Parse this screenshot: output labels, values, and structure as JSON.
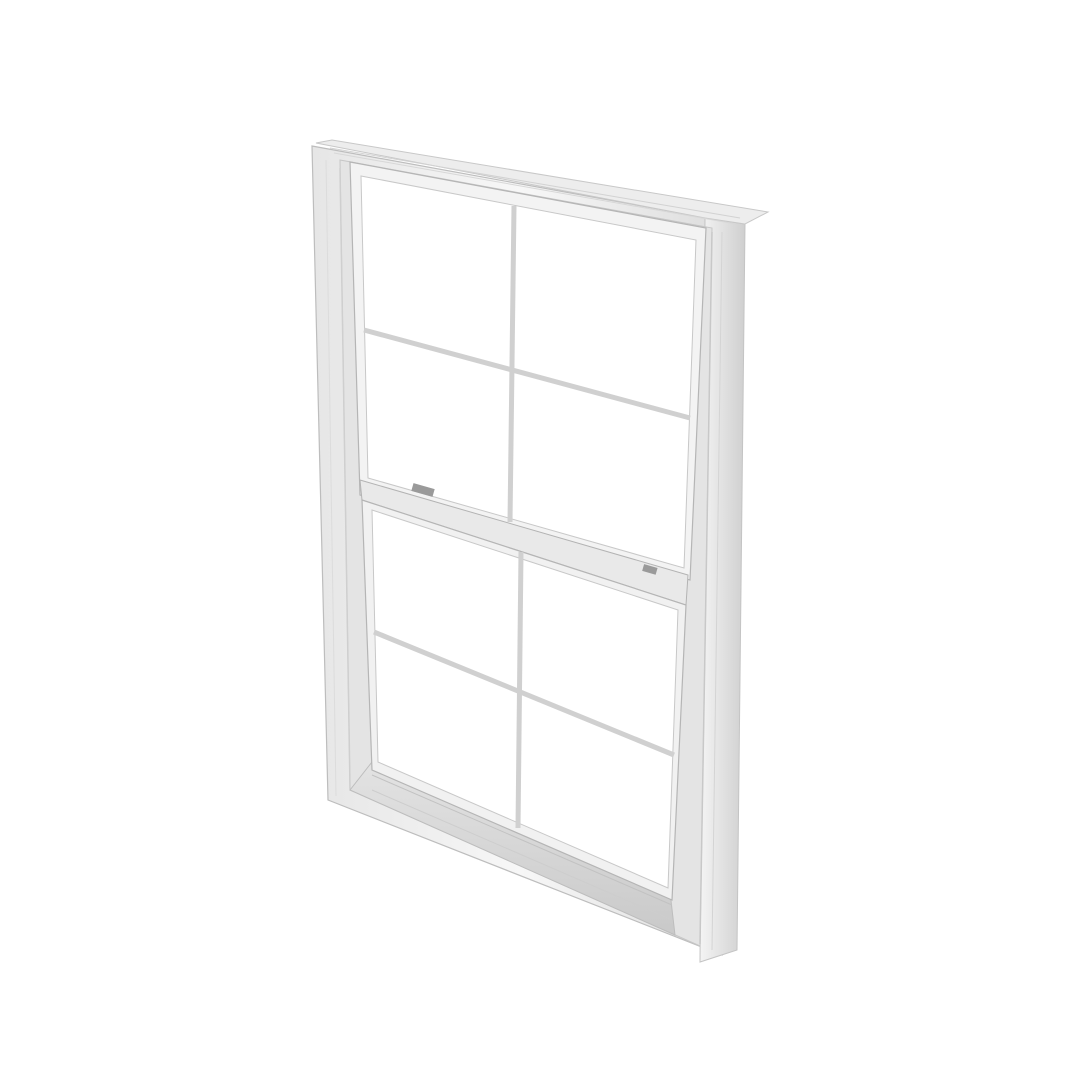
{
  "image": {
    "subject": "double-hung-window",
    "background_color": "#ffffff",
    "frame_color": "#f2f2f2",
    "frame_shade_color": "#d9d9d9",
    "frame_edge_color": "#b8b8b8",
    "glass_color": "#ffffff",
    "grille_color": "#cfcfcf",
    "hardware_color": "#8f8f8f",
    "upper_sash": {
      "grid_columns": 2,
      "grid_rows": 2
    },
    "lower_sash": {
      "grid_columns": 2,
      "grid_rows": 2
    },
    "sash_locks": 2
  }
}
